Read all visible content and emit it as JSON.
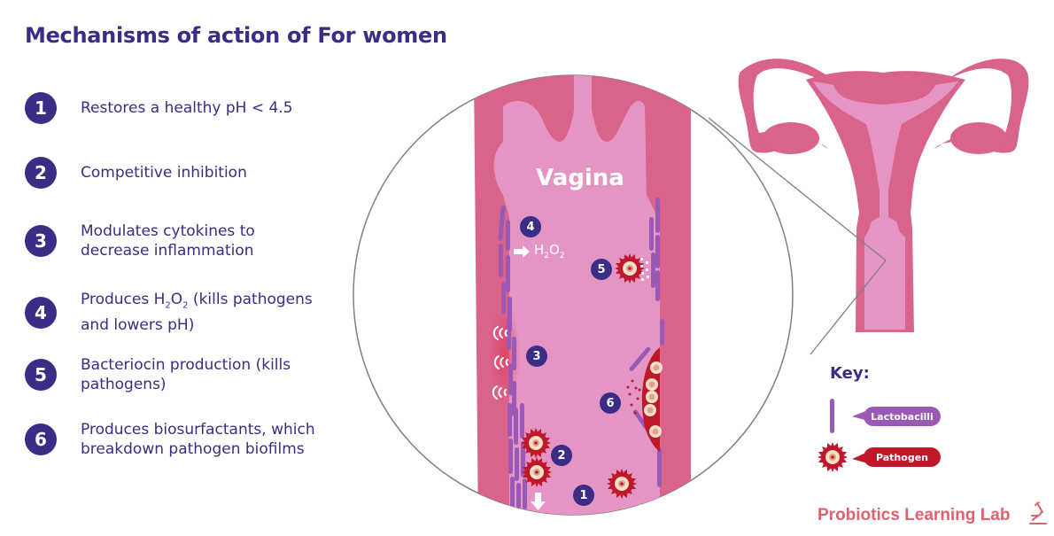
{
  "title": "Mechanisms of action of For women",
  "mechanisms": [
    {
      "number": "1",
      "line1": "Restores a healthy pH < 4.5",
      "line2": ""
    },
    {
      "number": "2",
      "line1": "Competitive inhibition",
      "line2": ""
    },
    {
      "number": "3",
      "line1": "Modulates cytokines to",
      "line2": "decrease inflammation"
    },
    {
      "number": "4",
      "line1_pre": "Produces H",
      "sub1": "2",
      "mid": "O",
      "sub2": "2",
      "line1_post": " (kills pathogens",
      "line2": "and lowers pH)"
    },
    {
      "number": "5",
      "line1": "Bacteriocin production (kills",
      "line2": "pathogens)"
    },
    {
      "number": "6",
      "line1": "Produces biosurfactants, which",
      "line2": "breakdown pathogen biofilms"
    }
  ],
  "diagram": {
    "organ_label": "Vagina",
    "h2o2_label": {
      "pre": "H",
      "sub1": "2",
      "mid": "O",
      "sub2": "2"
    },
    "markers": [
      "1",
      "2",
      "3",
      "4",
      "5",
      "6"
    ]
  },
  "key": {
    "title": "Key:",
    "items": [
      {
        "label": "Lactobacilli",
        "icon": "rod-bacterium-icon",
        "color": "#9b59b6"
      },
      {
        "label": "Pathogen",
        "icon": "spiky-pathogen-icon",
        "color": "#c0182b"
      }
    ]
  },
  "brand": {
    "name": "Probiotics Learning Lab",
    "icon": "microscope-icon"
  },
  "colors": {
    "primary_purple": "#3a2d85",
    "tissue_dark_pink": "#d9638a",
    "tissue_light_pink": "#e595c4",
    "lactobacilli_purple": "#9b59b6",
    "pathogen_red": "#c0182b",
    "brand_coral": "#e2616f",
    "zoom_outline_gray": "#808080"
  }
}
